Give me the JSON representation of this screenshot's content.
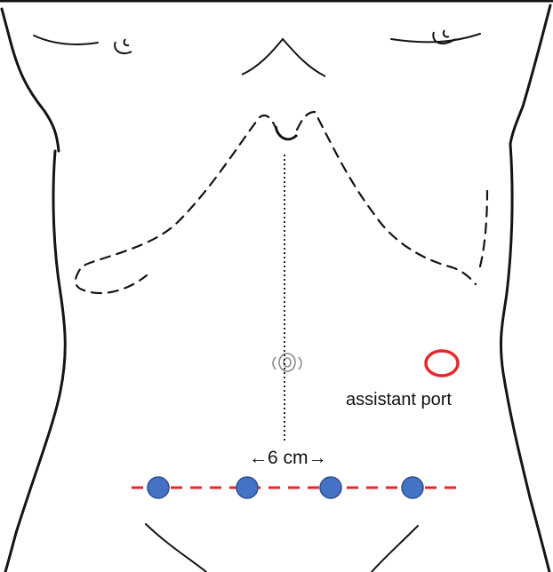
{
  "figure": {
    "assistant_port_label": "assistant port",
    "port_spacing_label": "←6 cm→"
  },
  "colors": {
    "outline": "#141414",
    "port_fill": "#4472C4",
    "port_stroke": "#2F528F",
    "port_line": "#E8262B",
    "assistant_ring": "#E8262B",
    "midline": "#222222"
  },
  "ports": {
    "robotic_count": 4
  }
}
